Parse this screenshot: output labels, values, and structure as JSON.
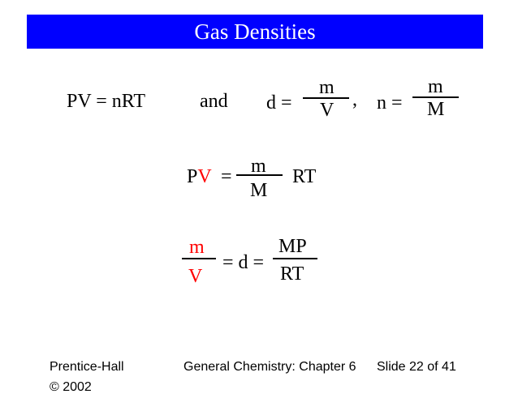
{
  "slide": {
    "title": "Gas Densities"
  },
  "row1": {
    "ideal_gas_law": "PV = nRT",
    "and": "and",
    "d_eq": "d =",
    "d_num": "m",
    "d_den": "V",
    "comma": ",",
    "n_eq": "n =",
    "n_num": "m",
    "n_den": "M"
  },
  "row2": {
    "p": "P",
    "v": "V",
    "eq": "=",
    "num": "m",
    "den": "M",
    "rt": "RT"
  },
  "row3": {
    "m": "m",
    "v": "V",
    "mid": "= d =",
    "num": "MP",
    "den": "RT"
  },
  "footer": {
    "publisher": "Prentice-Hall",
    "copyright": "© 2002",
    "course": "General Chemistry: Chapter 6",
    "slide_num": "Slide 22 of 41"
  },
  "colors": {
    "title_bar": "#0000ff",
    "highlight": "#ff0000"
  }
}
